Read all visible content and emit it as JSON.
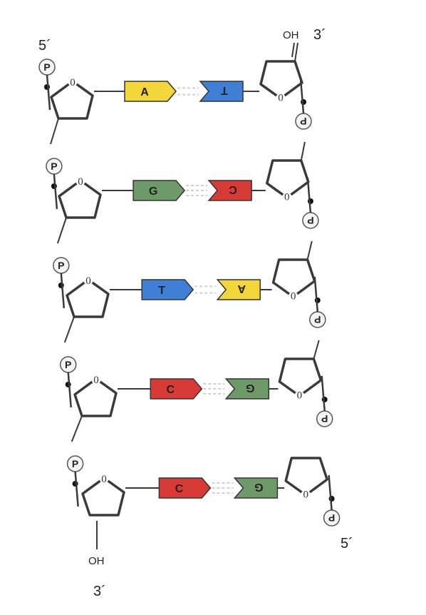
{
  "strand_labels": {
    "top_left_end": "5´",
    "top_right_end": "3´",
    "bottom_left_end": "3´",
    "bottom_right_end": "5´",
    "top_right_oh": "OH",
    "bottom_left_oh": "OH"
  },
  "phosphate_label": "P",
  "sugar_oxygen_label": "0",
  "base_pairs": [
    {
      "left": "A",
      "right": "T",
      "left_color": "#f2d63a",
      "right_color": "#3f7fd6",
      "bonds": 2
    },
    {
      "left": "G",
      "right": "C",
      "left_color": "#6e9a6a",
      "right_color": "#d83a36",
      "bonds": 3
    },
    {
      "left": "T",
      "right": "A",
      "left_color": "#3f7fd6",
      "right_color": "#f2d63a",
      "bonds": 2
    },
    {
      "left": "C",
      "right": "G",
      "left_color": "#d83a36",
      "right_color": "#6e9a6a",
      "bonds": 3
    },
    {
      "left": "C",
      "right": "G",
      "left_color": "#d83a36",
      "right_color": "#6e9a6a",
      "bonds": 3
    }
  ]
}
